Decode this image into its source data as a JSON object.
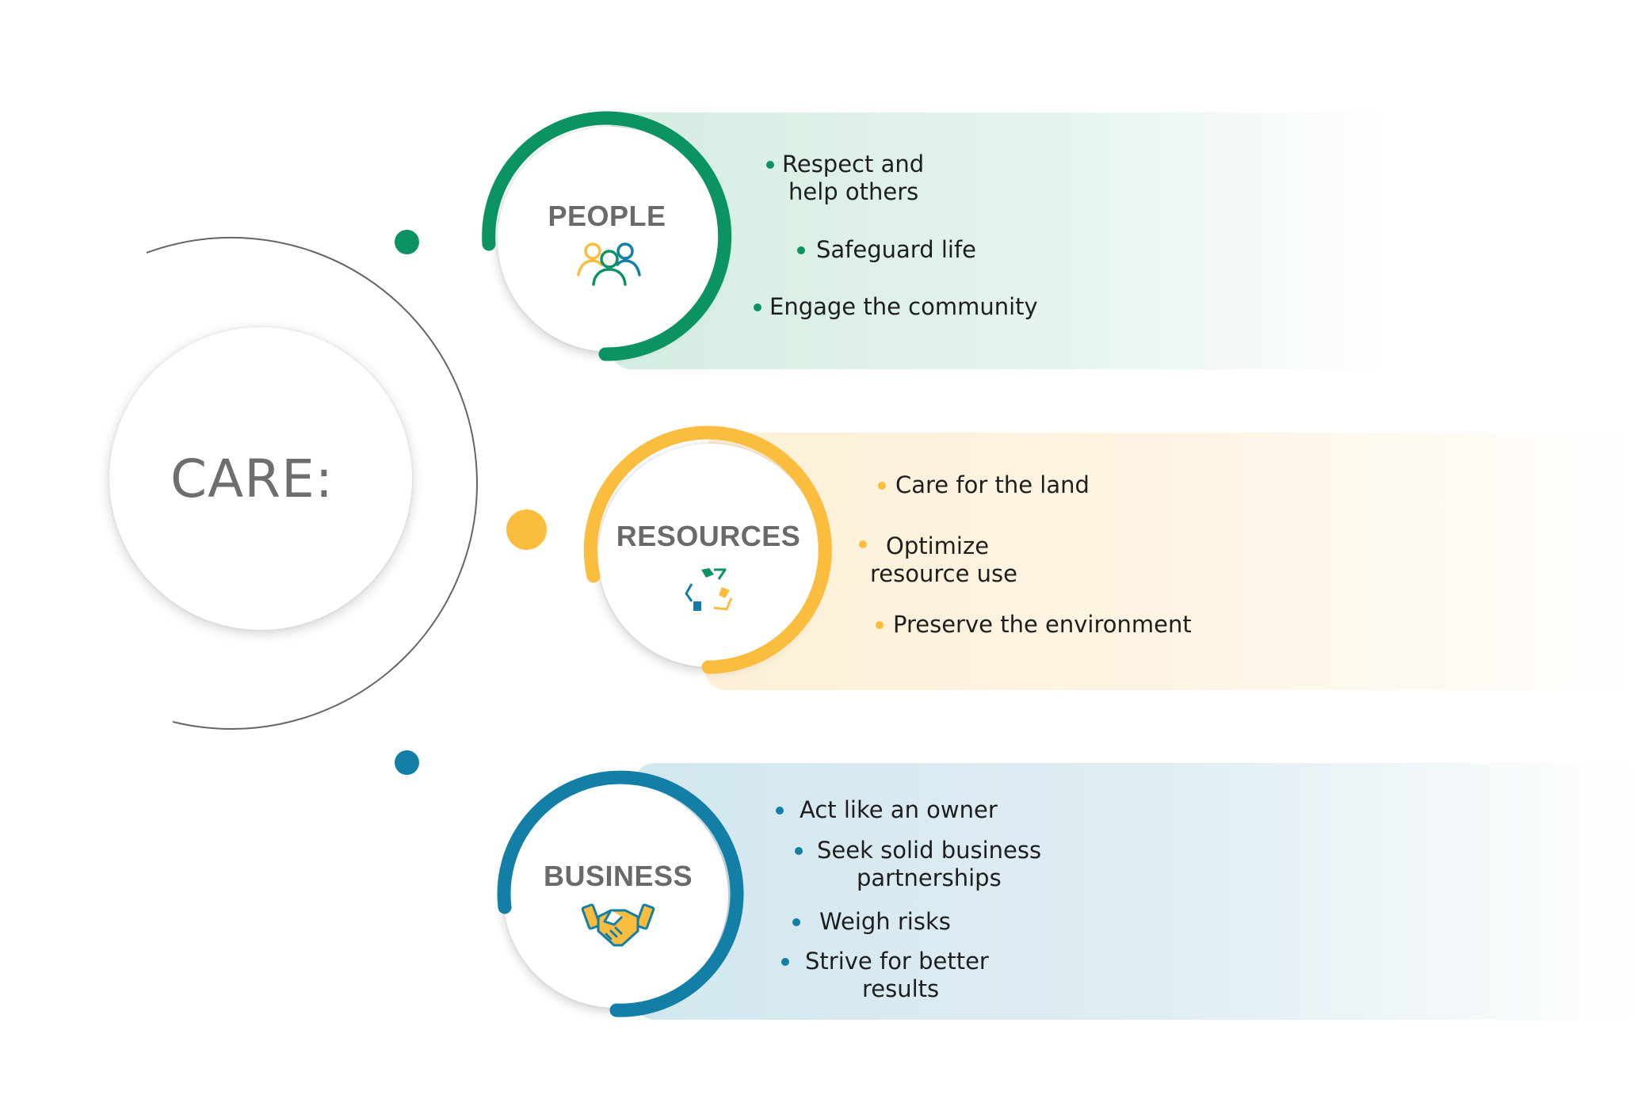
{
  "center": {
    "label": "CARE:"
  },
  "colors": {
    "people": "#0b9462",
    "resources": "#fbbd3e",
    "business": "#137fa6",
    "title_gray": "#6a6a6a"
  },
  "categories": [
    {
      "key": "people",
      "title": "PEOPLE",
      "icon": "people-group-icon",
      "items": [
        {
          "line1": "Respect and",
          "line2": "help others"
        },
        {
          "line1": "Safeguard life"
        },
        {
          "line1": "Engage the community"
        }
      ]
    },
    {
      "key": "resources",
      "title": "RESOURCES",
      "icon": "recycle-icon",
      "items": [
        {
          "line1": "Care for the land"
        },
        {
          "line1": "Optimize",
          "line2": "resource use"
        },
        {
          "line1": "Preserve the environment"
        }
      ]
    },
    {
      "key": "business",
      "title": "BUSINESS",
      "icon": "handshake-icon",
      "items": [
        {
          "line1": "Act like an owner"
        },
        {
          "line1": "Seek solid business",
          "line2": "partnerships"
        },
        {
          "line1": "Weigh risks"
        },
        {
          "line1": "Strive for better",
          "line2": "results"
        }
      ]
    }
  ]
}
